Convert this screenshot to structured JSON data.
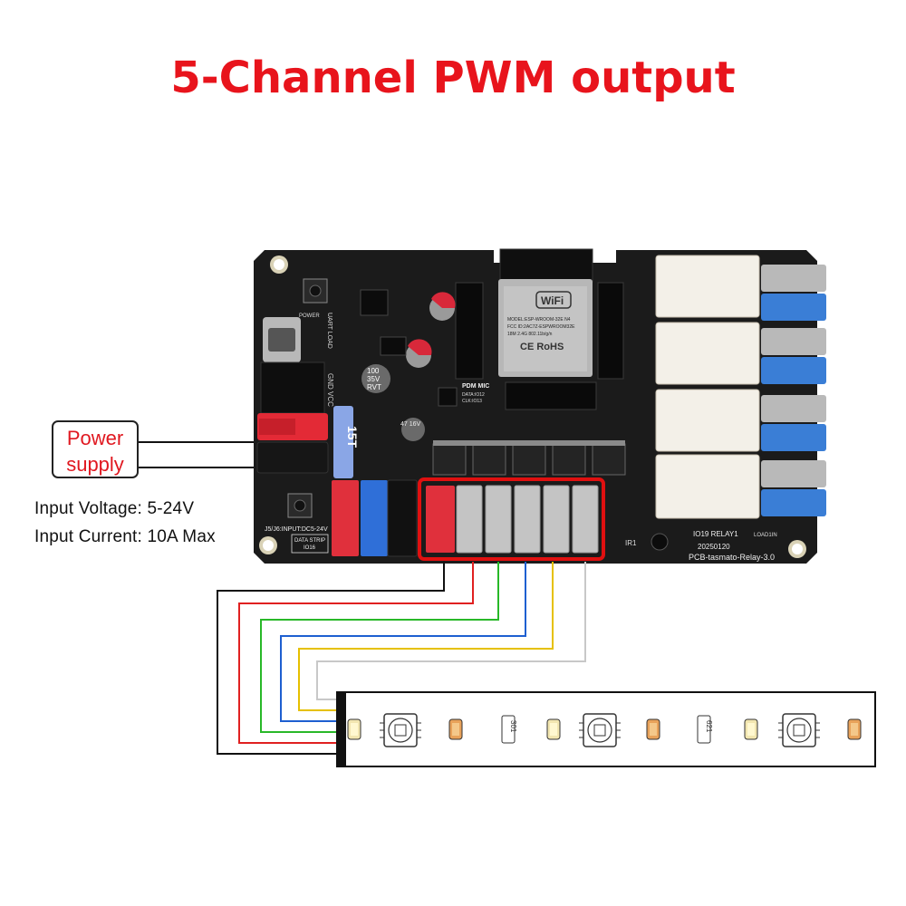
{
  "title": "5-Channel PWM output",
  "power_supply": {
    "line1": "Power",
    "line2": "supply"
  },
  "specs": {
    "voltage": "Input Voltage: 5-24V",
    "current": "Input Current: 10A Max"
  },
  "board": {
    "module_brand": "WiFi",
    "module_model": "MODEL:ESP-WROOM-32E N4",
    "module_fcc": "FCC ID:2AC7Z-ESPWROOM32E",
    "module_band": "18M 2.4G 802.11b/g/n",
    "module_cert": "CE RoHS",
    "label_pdm": "PDM MIC",
    "label_pdm_pins": "DATA:IO12",
    "label_pdm_clk": "CLK:IO13",
    "label_uart": "UART LOAD",
    "label_power_input": "J5/J6:INPUT:DC5-24V",
    "label_data_strip": "DATA STRIP",
    "label_data_io": "IO16",
    "label_relay": "IO19 RELAY1",
    "label_load": "LOAD1IN",
    "label_date": "20250120",
    "label_pcb": "PCB-tasmato-Relay-3.0",
    "label_fuse": "15T",
    "label_cap1_line1": "100",
    "label_cap1_line2": "35V",
    "label_cap1_line3": "RVT",
    "label_ir": "IR1",
    "label_gnd_vcc": "GND VCC",
    "label_power_btn": "POWER",
    "label_cap2": "47 16V"
  },
  "strip": {
    "resistor1": "301",
    "resistor2": "621"
  },
  "colors": {
    "title": "#e8141c",
    "wire_black": "#111111",
    "wire_red": "#e02020",
    "wire_green": "#28b828",
    "wire_blue": "#1e5fd0",
    "wire_yellow": "#e6c000",
    "wire_white": "#c8c8c8",
    "highlight": "#e01010",
    "pcb": "#1b1b1b"
  }
}
